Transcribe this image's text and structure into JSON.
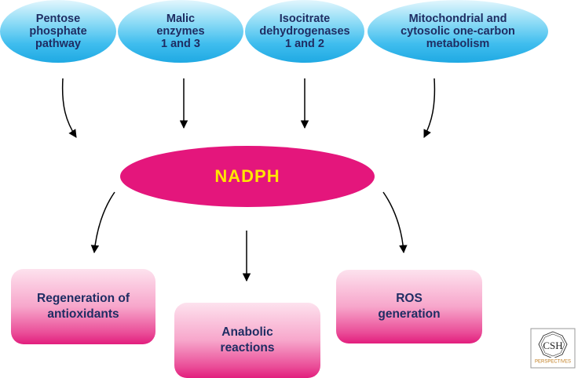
{
  "sources": [
    {
      "label": "Pentose\nphosphate\npathway"
    },
    {
      "label": "Malic\nenzymes\n1 and 3"
    },
    {
      "label": "Isocitrate\ndehydrogenases\n1 and 2"
    },
    {
      "label": "Mitochondrial and\ncytosolic one-carbon\nmetabolism"
    }
  ],
  "center": {
    "label": "NADPH"
  },
  "outputs": [
    {
      "label": "Regeneration of\nantioxidants"
    },
    {
      "label": "Anabolic\nreactions"
    },
    {
      "label": "ROS\ngeneration"
    }
  ],
  "logo": {
    "text": "CSH",
    "subtext": "PERSPECTIVES"
  },
  "colors": {
    "source_fill": "#3fbdee",
    "center_fill": "#e4167c",
    "center_text": "#ffe600",
    "output_fill": "#e21e7d",
    "label_text": "#1f2d63"
  }
}
